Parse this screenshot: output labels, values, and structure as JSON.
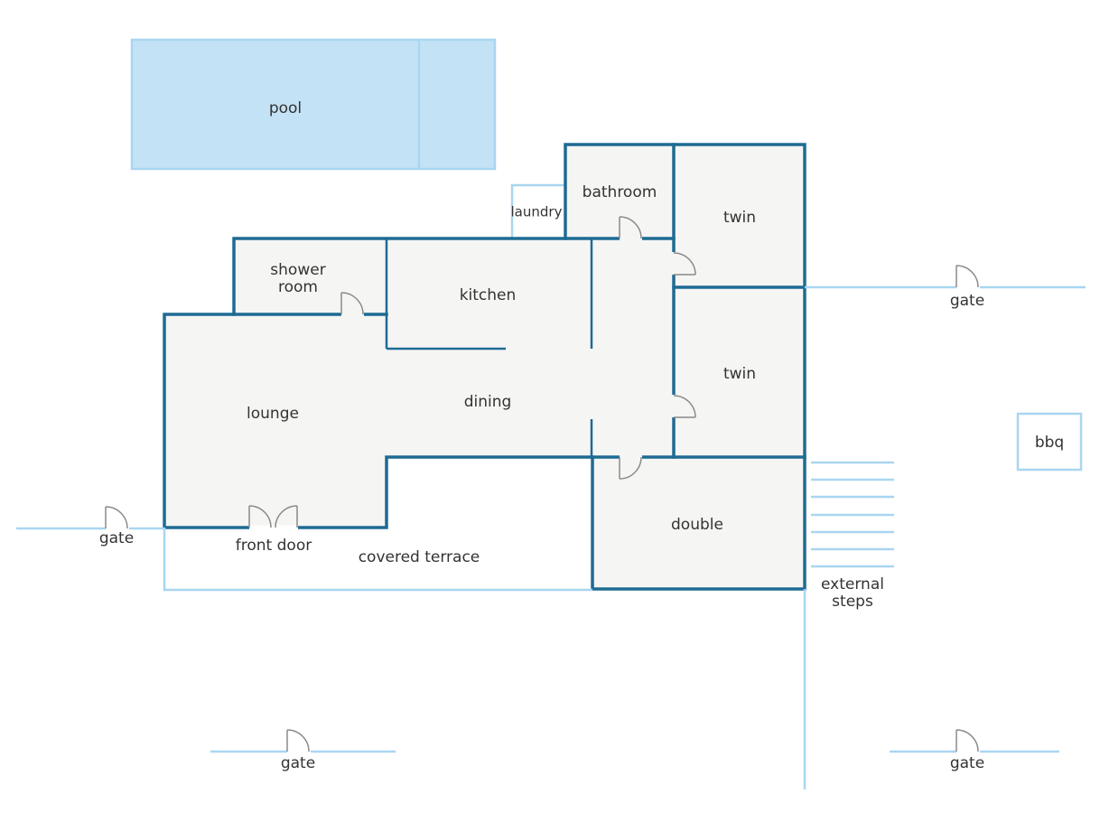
{
  "colors": {
    "wall": "#1e6b93",
    "fence": "#a9d6f0",
    "pool_fill": "#c4e2f6",
    "floor": "#f5f5f4",
    "door": "#8a8a8a",
    "text": "#333333"
  },
  "labels": {
    "pool": "pool",
    "bathroom": "bathroom",
    "laundry": "laundry",
    "twin_upper": "twin",
    "twin_lower": "twin",
    "shower_room_line1": "shower",
    "shower_room_line2": "room",
    "kitchen": "kitchen",
    "lounge": "lounge",
    "dining": "dining",
    "double": "double",
    "front_door": "front door",
    "covered_terrace": "covered terrace",
    "bbq": "bbq",
    "external_steps_line1": "external",
    "external_steps_line2": "steps",
    "gate_left": "gate",
    "gate_right": "gate",
    "gate_bottom_left": "gate",
    "gate_bottom_right": "gate"
  }
}
